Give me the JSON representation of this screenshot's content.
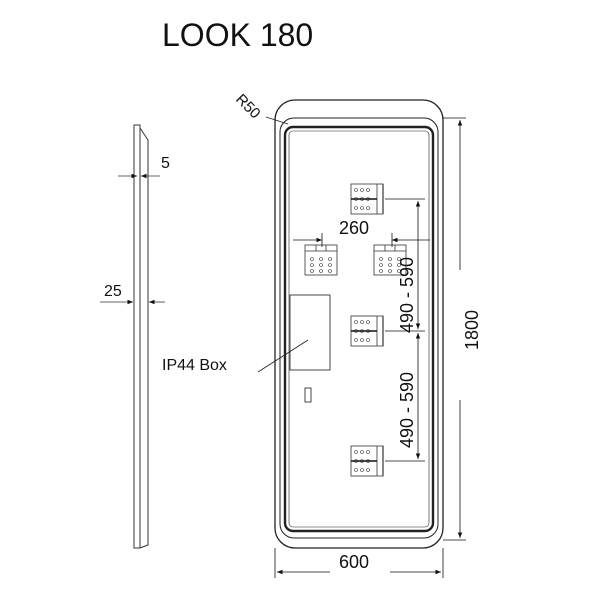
{
  "title": "LOOK 180",
  "dimensions": {
    "radius": "R50",
    "thickness_front": "5",
    "thickness_total": "25",
    "width": "600",
    "height": "1800",
    "clip_spacing_horizontal": "260",
    "clip_spacing_vertical_1": "490 - 590",
    "clip_spacing_vertical_2": "490 - 590"
  },
  "labels": {
    "ip44_box": "IP44  Box"
  },
  "colors": {
    "line": "#222222"
  }
}
